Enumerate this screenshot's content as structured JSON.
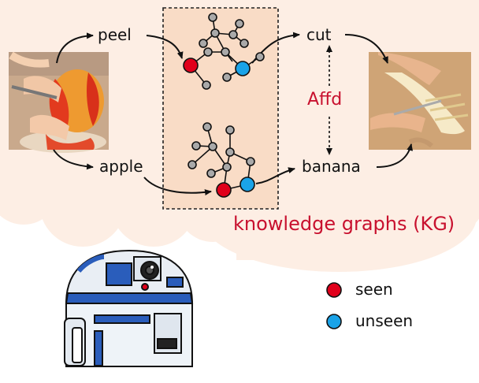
{
  "words": {
    "peel": "peel",
    "apple": "apple",
    "cut": "cut",
    "banana": "banana"
  },
  "affordance_label": "Affd",
  "kg_label": "knowledge graphs (KG)",
  "legend": {
    "seen": "seen",
    "unseen": "unseen"
  },
  "colors": {
    "cloud": "#fdeee4",
    "kg_box": "#f9dcc6",
    "accent_red": "#c8102e",
    "seen": "#e0001b",
    "unseen": "#1aa3e8",
    "node_gray": "#a9a9a9"
  },
  "icons": {
    "robot": "r2d2-robot",
    "left_photo": "peeling-apple-photo",
    "right_photo": "cutting-banana-photo"
  }
}
